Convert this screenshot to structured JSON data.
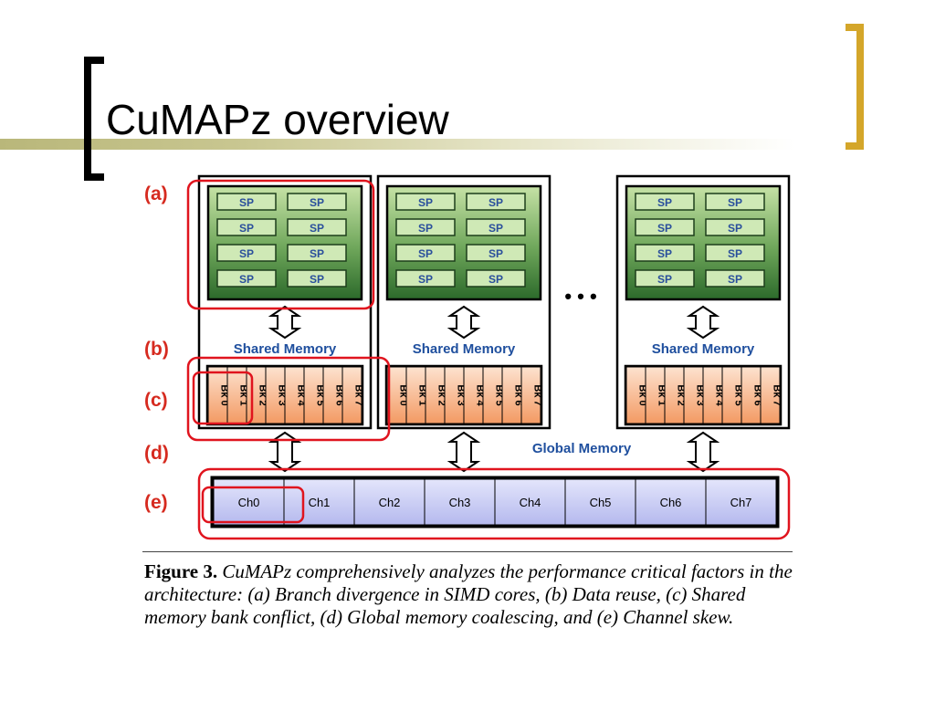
{
  "slide": {
    "title": "CuMAPz overview"
  },
  "diagram": {
    "labels": [
      "(a)",
      "(b)",
      "(c)",
      "(d)",
      "(e)"
    ],
    "sp_label": "SP",
    "shared_memory_label": "Shared Memory",
    "global_memory_label": "Global Memory",
    "banks": [
      "Bk 0",
      "Bk 1",
      "Bk 2",
      "Bk 3",
      "Bk 4",
      "Bk 5",
      "Bk 6",
      "Bk 7"
    ],
    "channels": [
      "Ch0",
      "Ch1",
      "Ch2",
      "Ch3",
      "Ch4",
      "Ch5",
      "Ch6",
      "Ch7"
    ],
    "ellipsis": "• • •",
    "colors": {
      "highlight": "#e0141e",
      "label": "#d62a1f",
      "shared_memory_text": "#1f4f9e",
      "sm_fill_top": "#b9dc9a",
      "sm_fill_bottom": "#2f6b2e",
      "bank_fill": "#f7b184",
      "channel_fill": "#c9ccf2"
    }
  },
  "caption": {
    "figure_label": "Figure 3.",
    "text": "CuMAPz comprehensively analyzes the performance critical factors in the architecture: (a) Branch divergence in SIMD cores, (b) Data reuse, (c) Shared memory bank conflict, (d) Global memory coalescing, and (e) Channel skew."
  }
}
